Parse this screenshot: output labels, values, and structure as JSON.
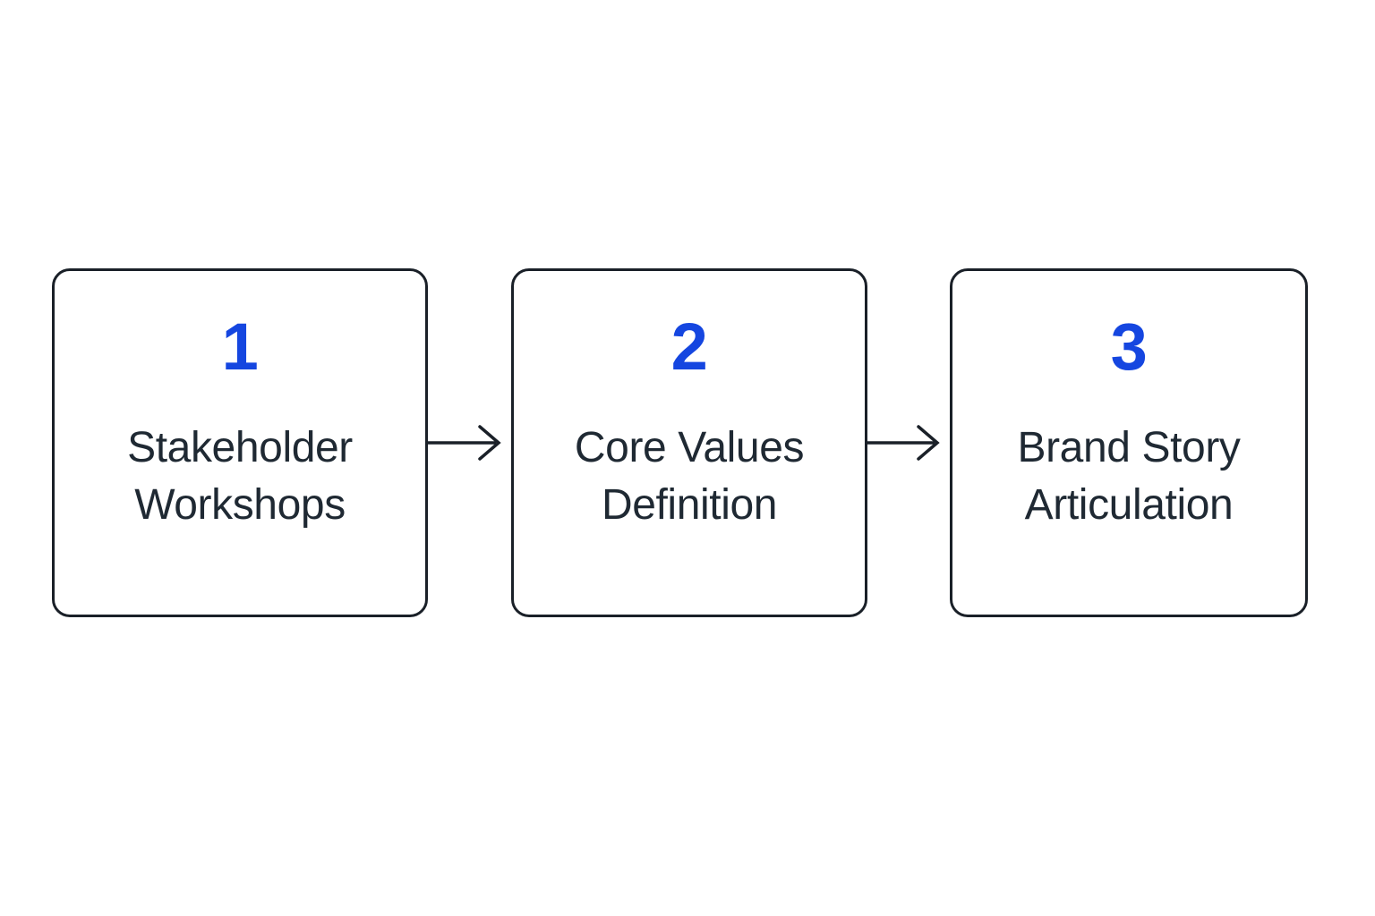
{
  "diagram": {
    "type": "process-flow",
    "orientation": "horizontal",
    "background_color": "#ffffff",
    "accent_color": "#1546e0",
    "text_color": "#1f2933",
    "border_color": "#1a2028",
    "steps": [
      {
        "number": "1",
        "label": "Stakeholder\nWorkshops",
        "label_line1": "Stakeholder",
        "label_line2": "Workshops"
      },
      {
        "number": "2",
        "label": "Core Values\nDefinition",
        "label_line1": "Core Values",
        "label_line2": "Definition"
      },
      {
        "number": "3",
        "label": "Brand Story\nArticulation",
        "label_line1": "Brand Story",
        "label_line2": "Articulation"
      }
    ],
    "connectors": [
      {
        "from": "1",
        "to": "2",
        "kind": "arrow-right"
      },
      {
        "from": "2",
        "to": "3",
        "kind": "arrow-right"
      }
    ]
  }
}
